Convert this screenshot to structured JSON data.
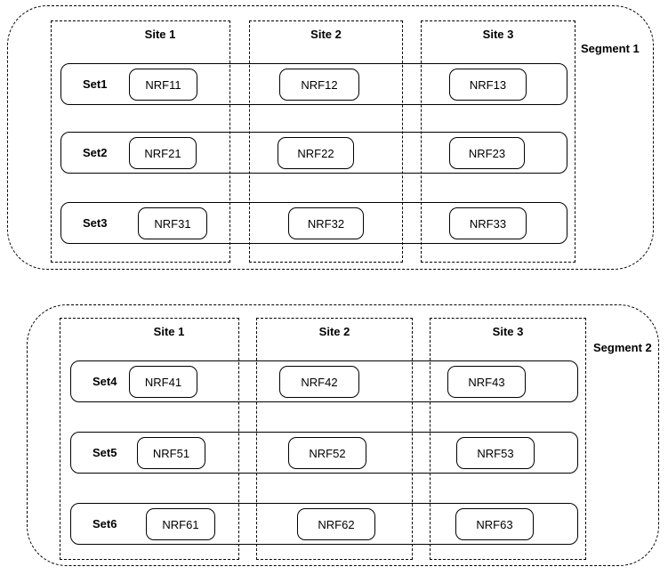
{
  "colors": {
    "stroke": "#000000",
    "background": "#ffffff"
  },
  "segments": [
    {
      "label": "Segment 1",
      "sites": [
        "Site 1",
        "Site 2",
        "Site 3"
      ],
      "rows": [
        {
          "set": "Set1",
          "nrfs": [
            "NRF11",
            "NRF12",
            "NRF13"
          ]
        },
        {
          "set": "Set2",
          "nrfs": [
            "NRF21",
            "NRF22",
            "NRF23"
          ]
        },
        {
          "set": "Set3",
          "nrfs": [
            "NRF31",
            "NRF32",
            "NRF33"
          ]
        }
      ]
    },
    {
      "label": "Segment 2",
      "sites": [
        "Site 1",
        "Site 2",
        "Site 3"
      ],
      "rows": [
        {
          "set": "Set4",
          "nrfs": [
            "NRF41",
            "NRF42",
            "NRF43"
          ]
        },
        {
          "set": "Set5",
          "nrfs": [
            "NRF51",
            "NRF52",
            "NRF53"
          ]
        },
        {
          "set": "Set6",
          "nrfs": [
            "NRF61",
            "NRF62",
            "NRF63"
          ]
        }
      ]
    }
  ]
}
